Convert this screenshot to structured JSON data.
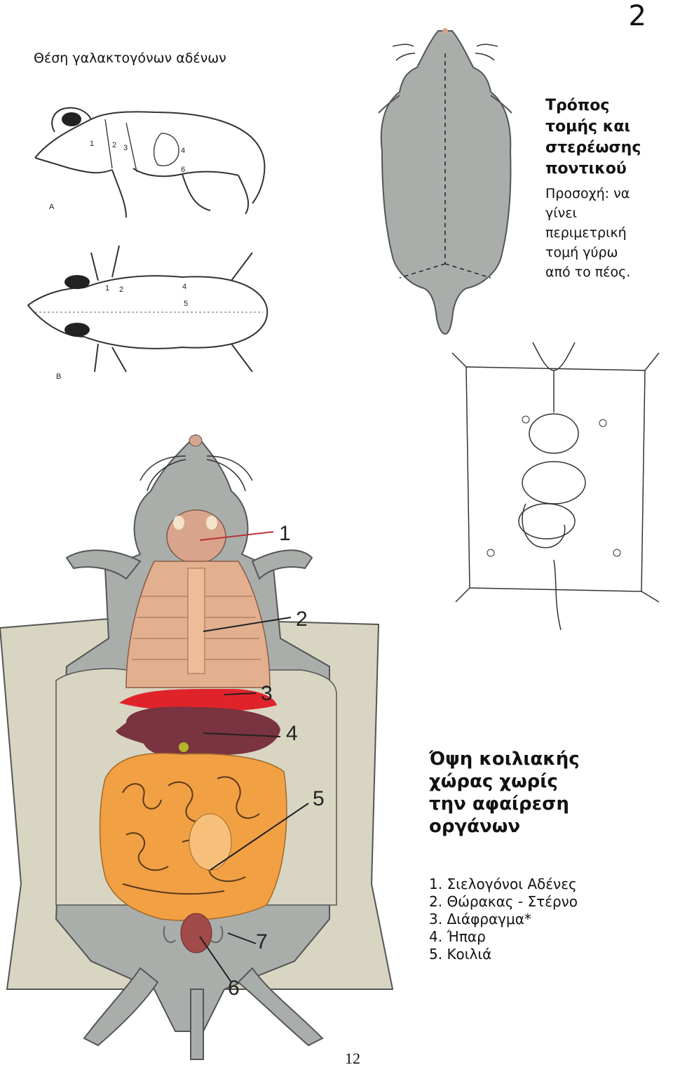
{
  "page_number": "2",
  "footer_page": "12",
  "figure_caption_top": "Θέση γαλακτογόνων αδένων",
  "side_title_lines": [
    "Τρόπος",
    "τομής και",
    "στερέωσης",
    "ποντικού"
  ],
  "side_note_lines": [
    "Προσοχή: να",
    "γίνει",
    "περιμετρική",
    "τομή γύρω",
    "από το πέος."
  ],
  "diagram_letters": {
    "a": "A",
    "b": "B"
  },
  "view_title_lines": [
    "Όψη κοιλιακής",
    "χώρας χωρίς",
    "την αφαίρεση",
    "οργάνων"
  ],
  "legend": [
    "1. Σιελογόνοι Αδένες",
    "2. Θώρακας - Στέρνο",
    "3. Διάφραγμα*",
    "4. Ήπαρ",
    "5. Κοιλιά"
  ],
  "anatomy_labels": [
    "1",
    "2",
    "3",
    "4",
    "5",
    "6",
    "7"
  ],
  "colors": {
    "mouse_gray": "#a9aeab",
    "salivary_pink": "#d9a48d",
    "thorax_peach": "#e2b08f",
    "diaphragm_red": "#e0232a",
    "liver_maroon": "#7a3340",
    "intestine_orange": "#f2a044",
    "pinned_skin": "#d8d5c2"
  }
}
